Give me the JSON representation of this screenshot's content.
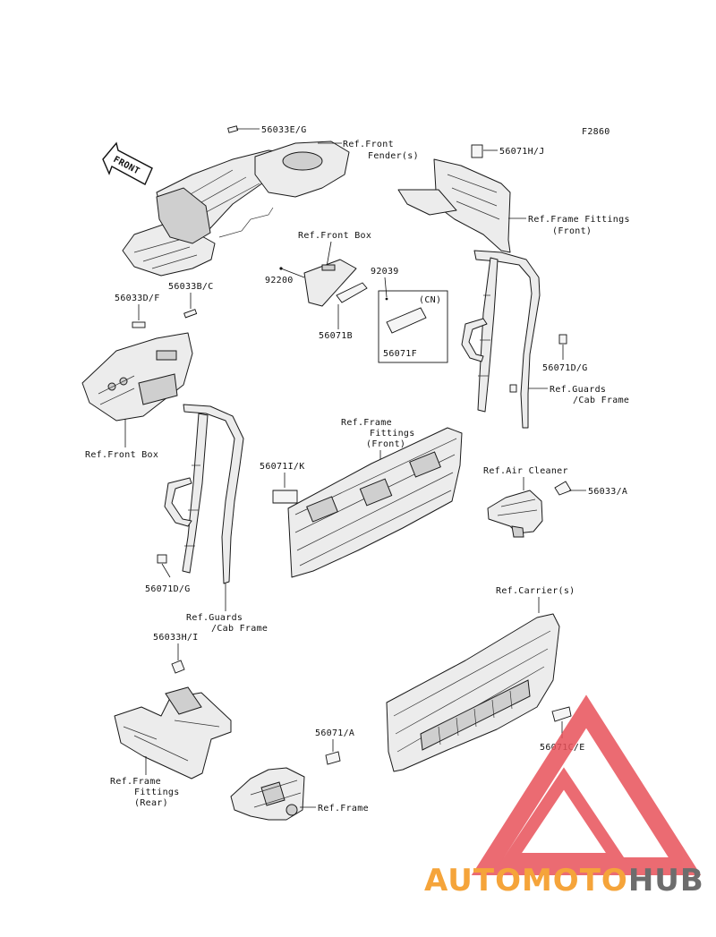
{
  "figure_code": "F2860",
  "front_arrow": "FRONT",
  "labels": {
    "p56033eg": "56033E/G",
    "ref_front_fender": [
      "Ref.Front",
      "Fender(s)"
    ],
    "p56071hj": "56071H/J",
    "ref_frame_fittings_front_top": [
      "Ref.Frame Fittings",
      "(Front)"
    ],
    "ref_front_box_top": "Ref.Front Box",
    "p92200": "92200",
    "p92039": "92039",
    "cn": "(CN)",
    "p56071b": "56071B",
    "p56071f": "56071F",
    "p56033df": "56033D/F",
    "p56033bc": "56033B/C",
    "ref_front_box_left": "Ref.Front Box",
    "p56071dg_right": "56071D/G",
    "ref_guards_right": [
      "Ref.Guards",
      "/Cab Frame"
    ],
    "ref_frame_fittings_front_mid": [
      "Ref.Frame",
      "Fittings",
      "(Front)"
    ],
    "p56071ik": "56071I/K",
    "ref_air_cleaner": "Ref.Air Cleaner",
    "p56033a": "56033/A",
    "p56071dg_left": "56071D/G",
    "ref_guards_left": [
      "Ref.Guards",
      "/Cab Frame"
    ],
    "ref_carriers": "Ref.Carrier(s)",
    "p56033hi": "56033H/I",
    "p56071ce": "56071C/E",
    "p56071a": "56071/A",
    "ref_frame_fittings_rear": [
      "Ref.Frame",
      "Fittings",
      "(Rear)"
    ],
    "ref_frame": "Ref.Frame"
  },
  "watermark": {
    "part1": "AUTOMOTO",
    "part2": "HUB",
    "color_red": "#e8525a",
    "color_orange": "#f5a43a",
    "color_grey": "#6d6d6d"
  }
}
